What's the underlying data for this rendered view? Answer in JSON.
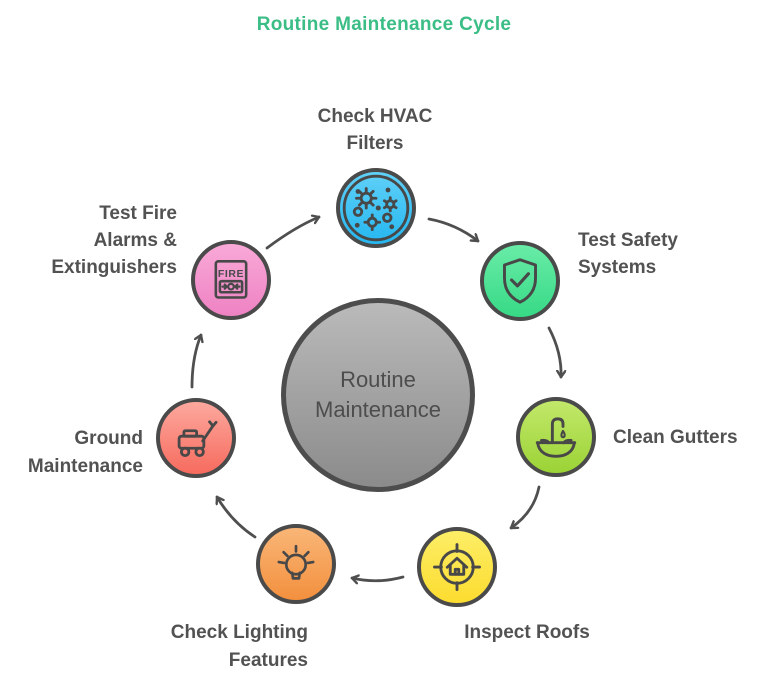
{
  "title": {
    "text": "Routine Maintenance Cycle",
    "color": "#3bbd86"
  },
  "center": {
    "lines": [
      "Routine",
      "Maintenance"
    ],
    "fill_top": "#bababa",
    "fill_bottom": "#8b8b8b",
    "border_color": "#4d4d4d",
    "text_color": "#4d4d4d"
  },
  "steps": [
    {
      "name": "check-hvac-filters",
      "lines": [
        "Check HVAC",
        "Filters"
      ],
      "icon": "dust-particles-icon",
      "fill_top": "#60d0f7",
      "fill_bottom": "#25b7f0"
    },
    {
      "name": "test-safety-systems",
      "lines": [
        "Test Safety",
        "Systems"
      ],
      "icon": "shield-check-icon",
      "fill_top": "#69eca7",
      "fill_bottom": "#37d986"
    },
    {
      "name": "clean-gutters",
      "lines": [
        "Clean Gutters"
      ],
      "icon": "gutter-downspout-icon",
      "fill_top": "#c2e86a",
      "fill_bottom": "#9bd336"
    },
    {
      "name": "inspect-roofs",
      "lines": [
        "Inspect Roofs"
      ],
      "icon": "house-crosshair-icon",
      "fill_top": "#fdee67",
      "fill_bottom": "#fcdc2f"
    },
    {
      "name": "check-lighting-features",
      "lines": [
        "Check Lighting",
        "Features"
      ],
      "icon": "lightbulb-icon",
      "fill_top": "#f9b677",
      "fill_bottom": "#f3903e"
    },
    {
      "name": "ground-maintenance",
      "lines": [
        "Ground",
        "Maintenance"
      ],
      "icon": "lawnmower-icon",
      "fill_top": "#fda89e",
      "fill_bottom": "#f66b5e"
    },
    {
      "name": "test-fire-alarms-extinguishers",
      "lines": [
        "Test Fire",
        "Alarms &",
        "Extinguishers"
      ],
      "icon": "fire-alarm-icon",
      "fill_top": "#f9a9d8",
      "fill_bottom": "#ee82c3"
    }
  ],
  "fire_alarm": {
    "panel_text": "FIRE"
  },
  "arrow_color": "#4f4f4f",
  "label_color": "#525252",
  "icon_stroke_color": "#484848"
}
